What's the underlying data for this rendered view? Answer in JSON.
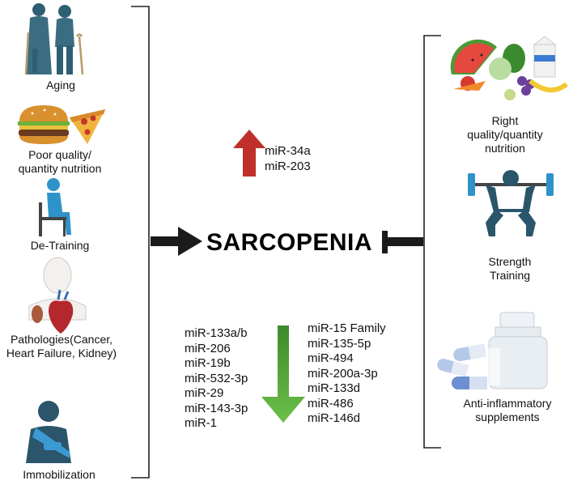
{
  "central": {
    "title": "SARCOPENIA"
  },
  "risk_factors": [
    {
      "label": "Aging",
      "icon": "elderly-couple-icon"
    },
    {
      "label": "Poor quality/ quantity nutrition",
      "icon": "junk-food-icon"
    },
    {
      "label": "De-Training",
      "icon": "sitting-person-icon"
    },
    {
      "label": "Pathologies(Cancer, Heart Failure, Kidney)",
      "icon": "organs-icon"
    },
    {
      "label": "Immobilization",
      "icon": "arm-sling-icon"
    }
  ],
  "countermeasures": [
    {
      "label": "Right quality/quantity nutrition",
      "icon": "healthy-food-icon"
    },
    {
      "label": "Strength Training",
      "icon": "weightlifter-icon"
    },
    {
      "label": "Anti-inflammatory supplements",
      "icon": "pills-bottle-icon"
    }
  ],
  "upregulated": {
    "color": "#c0302b",
    "items": [
      "miR-34a",
      "miR-203"
    ]
  },
  "downregulated": {
    "color": "#5aac3c",
    "left_items": [
      "miR-133a/b",
      "miR-206",
      "miR-19b",
      "miR-532-3p",
      "miR-29",
      "miR-143-3p",
      "miR-1"
    ],
    "right_items": [
      "miR-15 Family",
      "miR-135-5p",
      "miR-494",
      "miR-200a-3p",
      "miR-133d",
      "miR-486",
      "miR-146d"
    ]
  }
}
